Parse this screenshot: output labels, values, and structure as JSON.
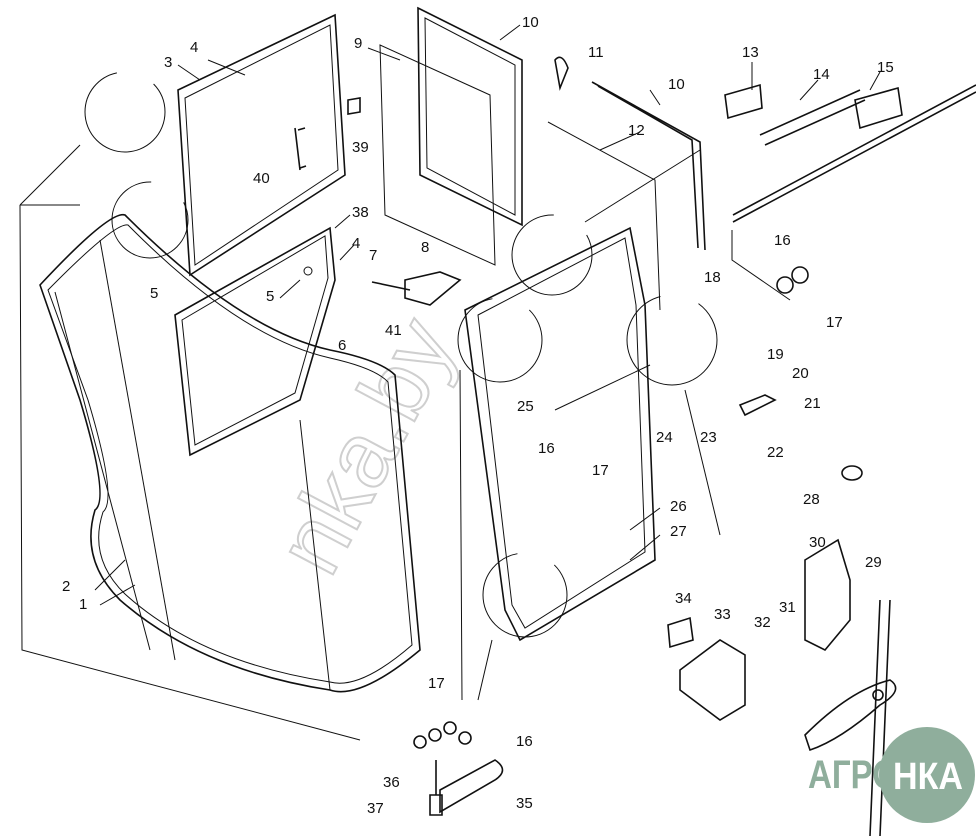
{
  "diagram": {
    "title": "Cab glazing and door parts",
    "callouts": [
      "4",
      "3",
      "9",
      "10",
      "11",
      "10",
      "13",
      "14",
      "15",
      "12",
      "39",
      "40",
      "38",
      "4",
      "7",
      "8",
      "5",
      "5",
      "6",
      "41",
      "16",
      "17",
      "18",
      "19",
      "20",
      "21",
      "25",
      "16",
      "24",
      "23",
      "17",
      "22",
      "28",
      "26",
      "27",
      "30",
      "29",
      "2",
      "1",
      "34",
      "33",
      "31",
      "32",
      "17",
      "16",
      "36",
      "35",
      "37"
    ]
  },
  "watermark": {
    "text": "nka.by"
  },
  "logo": {
    "left_text": "АГРО",
    "circle_text": "НКА",
    "color": "#8fae9c"
  }
}
